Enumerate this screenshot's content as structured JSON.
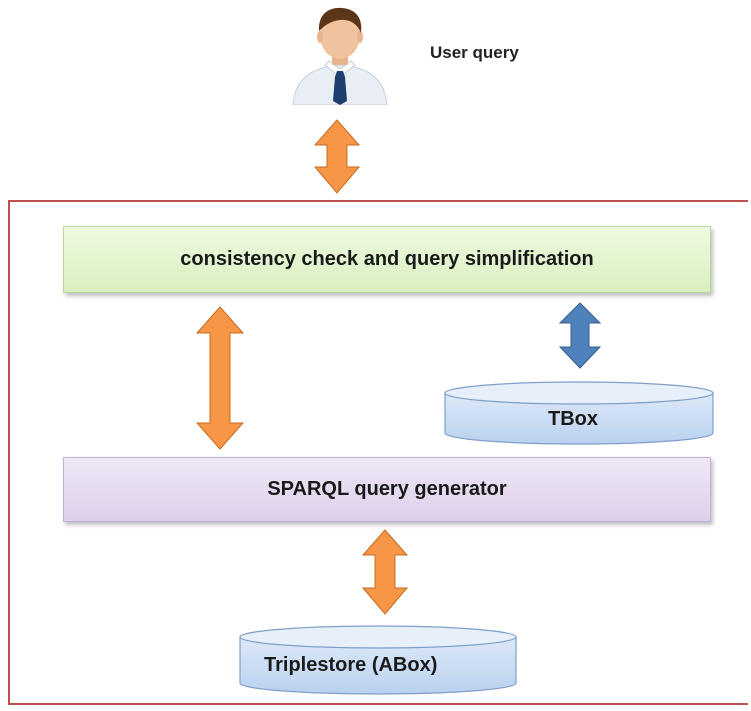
{
  "user": {
    "label": "User query"
  },
  "modules": {
    "consistency": "consistency check and query simplification",
    "sparql": "SPARQL query generator"
  },
  "stores": {
    "tbox": "TBox",
    "abox": "Triplestore (ABox)"
  },
  "colors": {
    "frame": "#c0504d",
    "arrow_orange": "#f79646",
    "arrow_blue": "#4f81bd",
    "db_fill": "#c6daf2"
  }
}
